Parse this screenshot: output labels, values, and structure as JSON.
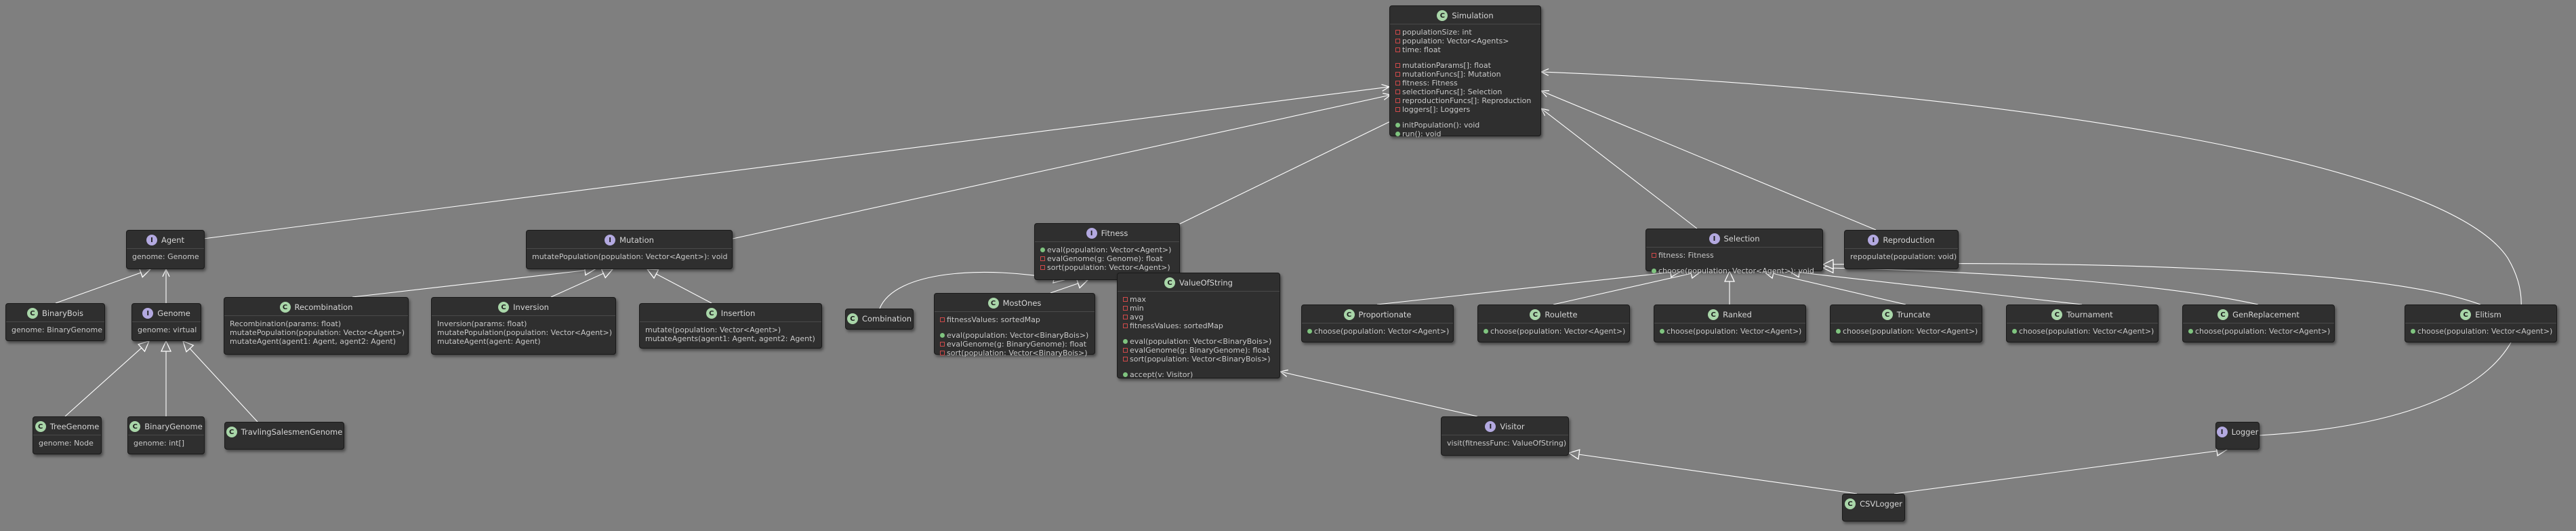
{
  "diagram": {
    "classes": {
      "simulation": {
        "name": "Simulation",
        "kind": "class",
        "sections": [
          [
            {
              "vis": "private",
              "text": "populationSize: int"
            },
            {
              "vis": "private",
              "text": "population: Vector<Agents>"
            },
            {
              "vis": "private",
              "text": "time: float"
            }
          ],
          [
            {
              "vis": "private",
              "text": "mutationParams[]: float"
            },
            {
              "vis": "private",
              "text": "mutationFuncs[]: Mutation"
            },
            {
              "vis": "private",
              "text": "fitness: Fitness"
            },
            {
              "vis": "private",
              "text": "selectionFuncs[]: Selection"
            },
            {
              "vis": "private",
              "text": "reproductionFuncs[]: Reproduction"
            },
            {
              "vis": "private",
              "text": "loggers[]: Loggers"
            }
          ],
          [
            {
              "vis": "public",
              "text": "initPopulation(): void"
            },
            {
              "vis": "public",
              "text": "run(): void"
            }
          ]
        ]
      },
      "agent": {
        "name": "Agent",
        "kind": "interface",
        "sections": [
          [
            {
              "vis": "",
              "text": "genome: Genome"
            }
          ]
        ]
      },
      "mutation": {
        "name": "Mutation",
        "kind": "interface",
        "sections": [
          [
            {
              "vis": "",
              "text": "mutatePopulation(population: Vector<Agent>): void"
            }
          ]
        ]
      },
      "fitness": {
        "name": "Fitness",
        "kind": "interface",
        "sections": [
          [
            {
              "vis": "public",
              "text": "eval(population: Vector<Agent>)"
            },
            {
              "vis": "private",
              "text": "evalGenome(g: Genome): float"
            },
            {
              "vis": "private",
              "text": "sort(population: Vector<Agent>)"
            }
          ]
        ]
      },
      "selection": {
        "name": "Selection",
        "kind": "interface",
        "sections": [
          [
            {
              "vis": "private",
              "text": "fitness: Fitness"
            }
          ],
          [
            {
              "vis": "public",
              "text": "choose(population: Vector<Agent>): void"
            }
          ]
        ]
      },
      "reproduction": {
        "name": "Reproduction",
        "kind": "interface",
        "sections": [
          [
            {
              "vis": "",
              "text": "repopulate(population: void)"
            }
          ]
        ]
      },
      "binarybois": {
        "name": "BinaryBois",
        "kind": "class",
        "sections": [
          [
            {
              "vis": "",
              "text": "genome: BinaryGenome"
            }
          ]
        ]
      },
      "genome": {
        "name": "Genome",
        "kind": "interface",
        "sections": [
          [
            {
              "vis": "",
              "text": "genome: virtual"
            }
          ]
        ]
      },
      "recombination": {
        "name": "Recombination",
        "kind": "class",
        "sections": [
          [
            {
              "vis": "",
              "text": "Recombination(params: float)"
            },
            {
              "vis": "",
              "text": "mutatePopulation(population: Vector<Agent>)"
            },
            {
              "vis": "",
              "text": "mutateAgent(agent1: Agent, agent2: Agent)"
            }
          ]
        ]
      },
      "inversion": {
        "name": "Inversion",
        "kind": "class",
        "sections": [
          [
            {
              "vis": "",
              "text": "Inversion(params: float)"
            },
            {
              "vis": "",
              "text": "mutatePopulation(population: Vector<Agent>)"
            },
            {
              "vis": "",
              "text": "mutateAgent(agent: Agent)"
            }
          ]
        ]
      },
      "insertion": {
        "name": "Insertion",
        "kind": "class",
        "sections": [
          [
            {
              "vis": "",
              "text": "mutate(population: Vector<Agent>)"
            },
            {
              "vis": "",
              "text": "mutateAgents(agent1: Agent, agent2: Agent)"
            }
          ]
        ]
      },
      "combination": {
        "name": "Combination",
        "kind": "class",
        "sections": []
      },
      "mostones": {
        "name": "MostOnes",
        "kind": "class",
        "sections": [
          [
            {
              "vis": "private",
              "text": "fitnessValues: sortedMap"
            }
          ],
          [
            {
              "vis": "public",
              "text": "eval(population: Vector<BinaryBois>)"
            },
            {
              "vis": "private",
              "text": "evalGenome(g: BinaryGenome): float"
            },
            {
              "vis": "private",
              "text": "sort(population: Vector<BinaryBois>)"
            }
          ]
        ]
      },
      "valueofstring": {
        "name": "ValueOfString",
        "kind": "class",
        "sections": [
          [
            {
              "vis": "private",
              "text": "max"
            },
            {
              "vis": "private",
              "text": "min"
            },
            {
              "vis": "private",
              "text": "avg"
            },
            {
              "vis": "private",
              "text": "fitnessValues: sortedMap"
            }
          ],
          [
            {
              "vis": "public",
              "text": "eval(population: Vector<BinaryBois>)"
            },
            {
              "vis": "private",
              "text": "evalGenome(g: BinaryGenome): float"
            },
            {
              "vis": "private",
              "text": "sort(population: Vector<BinaryBois>)"
            }
          ],
          [
            {
              "vis": "public",
              "text": "accept(v: Visitor)"
            }
          ]
        ]
      },
      "proportionate": {
        "name": "Proportionate",
        "kind": "class",
        "sections": [
          [
            {
              "vis": "public",
              "text": "choose(population: Vector<Agent>)"
            }
          ]
        ]
      },
      "roulette": {
        "name": "Roulette",
        "kind": "class",
        "sections": [
          [
            {
              "vis": "public",
              "text": "choose(population: Vector<Agent>)"
            }
          ]
        ]
      },
      "ranked": {
        "name": "Ranked",
        "kind": "class",
        "sections": [
          [
            {
              "vis": "public",
              "text": "choose(population: Vector<Agent>)"
            }
          ]
        ]
      },
      "truncate": {
        "name": "Truncate",
        "kind": "class",
        "sections": [
          [
            {
              "vis": "public",
              "text": "choose(population: Vector<Agent>)"
            }
          ]
        ]
      },
      "tournament": {
        "name": "Tournament",
        "kind": "class",
        "sections": [
          [
            {
              "vis": "public",
              "text": "choose(population: Vector<Agent>)"
            }
          ]
        ]
      },
      "genreplacement": {
        "name": "GenReplacement",
        "kind": "class",
        "sections": [
          [
            {
              "vis": "public",
              "text": "choose(population: Vector<Agent>)"
            }
          ]
        ]
      },
      "elitism": {
        "name": "Elitism",
        "kind": "class",
        "sections": [
          [
            {
              "vis": "public",
              "text": "choose(population: Vector<Agent>)"
            }
          ]
        ]
      },
      "treegenome": {
        "name": "TreeGenome",
        "kind": "class",
        "sections": [
          [
            {
              "vis": "",
              "text": "genome: Node"
            }
          ]
        ]
      },
      "binarygenome": {
        "name": "BinaryGenome",
        "kind": "class",
        "sections": [
          [
            {
              "vis": "",
              "text": "genome: int[]"
            }
          ]
        ]
      },
      "tsgenome": {
        "name": "TravlingSalesmenGenome",
        "kind": "class",
        "sections": []
      },
      "visitor": {
        "name": "Visitor",
        "kind": "interface",
        "sections": [
          [
            {
              "vis": "",
              "text": "visit(fitnessFunc: ValueOfString)"
            }
          ]
        ]
      },
      "logger": {
        "name": "Logger",
        "kind": "interface",
        "sections": []
      },
      "csvlogger": {
        "name": "CSVLogger",
        "kind": "class",
        "sections": []
      }
    },
    "relations": [
      {
        "from": "agent",
        "to": "simulation",
        "type": "association"
      },
      {
        "from": "mutation",
        "to": "simulation",
        "type": "association"
      },
      {
        "from": "fitness",
        "to": "simulation",
        "type": "association"
      },
      {
        "from": "selection",
        "to": "simulation",
        "type": "association"
      },
      {
        "from": "reproduction",
        "to": "simulation",
        "type": "association"
      },
      {
        "from": "logger",
        "to": "simulation",
        "type": "association"
      },
      {
        "from": "binarybois",
        "to": "agent",
        "type": "realization"
      },
      {
        "from": "genome",
        "to": "agent",
        "type": "association"
      },
      {
        "from": "treegenome",
        "to": "genome",
        "type": "realization"
      },
      {
        "from": "binarygenome",
        "to": "genome",
        "type": "realization"
      },
      {
        "from": "tsgenome",
        "to": "genome",
        "type": "realization"
      },
      {
        "from": "recombination",
        "to": "mutation",
        "type": "realization"
      },
      {
        "from": "inversion",
        "to": "mutation",
        "type": "realization"
      },
      {
        "from": "insertion",
        "to": "mutation",
        "type": "realization"
      },
      {
        "from": "combination",
        "to": "fitness",
        "type": "realization"
      },
      {
        "from": "mostones",
        "to": "fitness",
        "type": "realization"
      },
      {
        "from": "valueofstring",
        "to": "fitness",
        "type": "realization"
      },
      {
        "from": "proportionate",
        "to": "selection",
        "type": "realization"
      },
      {
        "from": "roulette",
        "to": "selection",
        "type": "realization"
      },
      {
        "from": "ranked",
        "to": "selection",
        "type": "realization"
      },
      {
        "from": "truncate",
        "to": "selection",
        "type": "realization"
      },
      {
        "from": "tournament",
        "to": "selection",
        "type": "realization"
      },
      {
        "from": "genreplacement",
        "to": "selection",
        "type": "realization"
      },
      {
        "from": "elitism",
        "to": "selection",
        "type": "realization"
      },
      {
        "from": "visitor",
        "to": "valueofstring",
        "type": "association"
      },
      {
        "from": "csvlogger",
        "to": "visitor",
        "type": "realization"
      },
      {
        "from": "csvlogger",
        "to": "logger",
        "type": "realization"
      }
    ]
  }
}
